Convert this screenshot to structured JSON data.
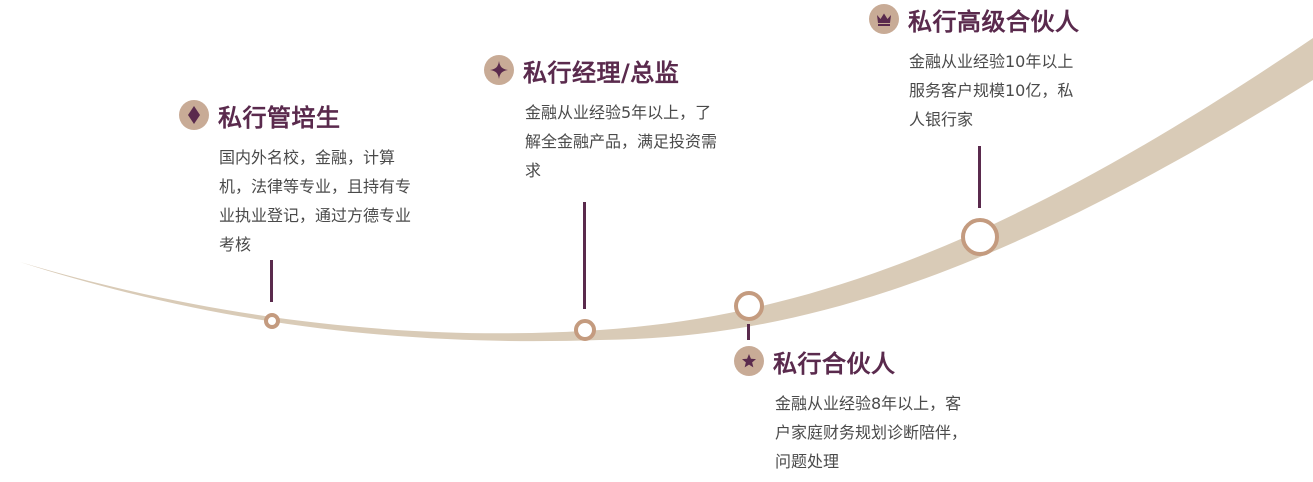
{
  "colors": {
    "title": "#5a2a4d",
    "text": "#4a4a4a",
    "curve": "#d9cbb7",
    "node_ring": "#c49b7f",
    "icon_bg": "#c8ab96",
    "icon_fg": "#5a2a4d"
  },
  "stages": [
    {
      "title": "私行管培生",
      "icon": "diamond-icon",
      "description": "国内外名校，金融，计算机，法律等专业，且持有专业执业登记，通过方德专业考核"
    },
    {
      "title": "私行经理/总监",
      "icon": "sparkle-icon",
      "description": "金融从业经验5年以上，了解全金融产品，满足投资需求"
    },
    {
      "title": "私行合伙人",
      "icon": "star-icon",
      "description": "金融从业经验8年以上，客户家庭财务规划诊断陪伴，问题处理"
    },
    {
      "title": "私行高级合伙人",
      "icon": "crown-icon",
      "description": "金融从业经验10年以上 服务客户规模10亿，私人银行家"
    }
  ]
}
